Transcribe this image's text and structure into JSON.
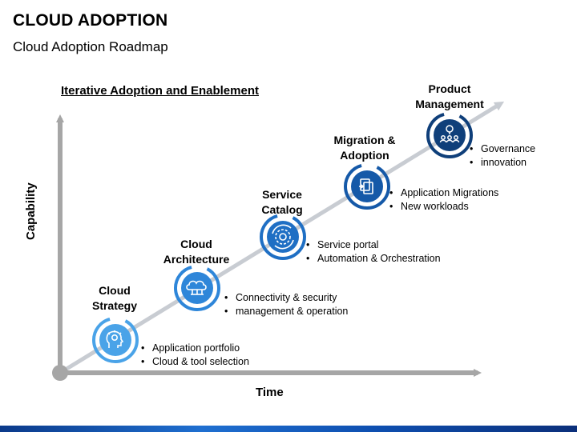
{
  "header": {
    "title": "CLOUD ADOPTION",
    "subtitle": "Cloud Adoption Roadmap"
  },
  "section_heading": "Iterative Adoption and Enablement",
  "axes": {
    "x_label": "Time",
    "y_label": "Capability"
  },
  "stages": [
    {
      "title_line1": "Cloud",
      "title_line2": "Strategy",
      "icon": "head-lightbulb-icon",
      "color": "#4aa3e8",
      "bullets": [
        "Application portfolio",
        "Cloud & tool selection"
      ]
    },
    {
      "title_line1": "Cloud",
      "title_line2": "Architecture",
      "icon": "cloud-network-icon",
      "color": "#2e86d9",
      "bullets": [
        "Connectivity & security",
        "management & operation"
      ]
    },
    {
      "title_line1": "Service",
      "title_line2": "Catalog",
      "icon": "gear-cycle-icon",
      "color": "#1f6fc4",
      "bullets": [
        "Service portal",
        "Automation & Orchestration"
      ]
    },
    {
      "title_line1": "Migration &",
      "title_line2": "Adoption",
      "icon": "documents-stack-icon",
      "color": "#1559a8",
      "bullets": [
        "Application Migrations",
        "New workloads"
      ]
    },
    {
      "title_line1": "Product",
      "title_line2": "Management",
      "icon": "team-lightbulb-icon",
      "color": "#0f3f7a",
      "bullets": [
        "Governance",
        "innovation"
      ]
    }
  ],
  "colors": {
    "axis": "#a6a6a6",
    "trend_line": "#c8ccd2",
    "footer_accent": "#1f6fd0"
  }
}
